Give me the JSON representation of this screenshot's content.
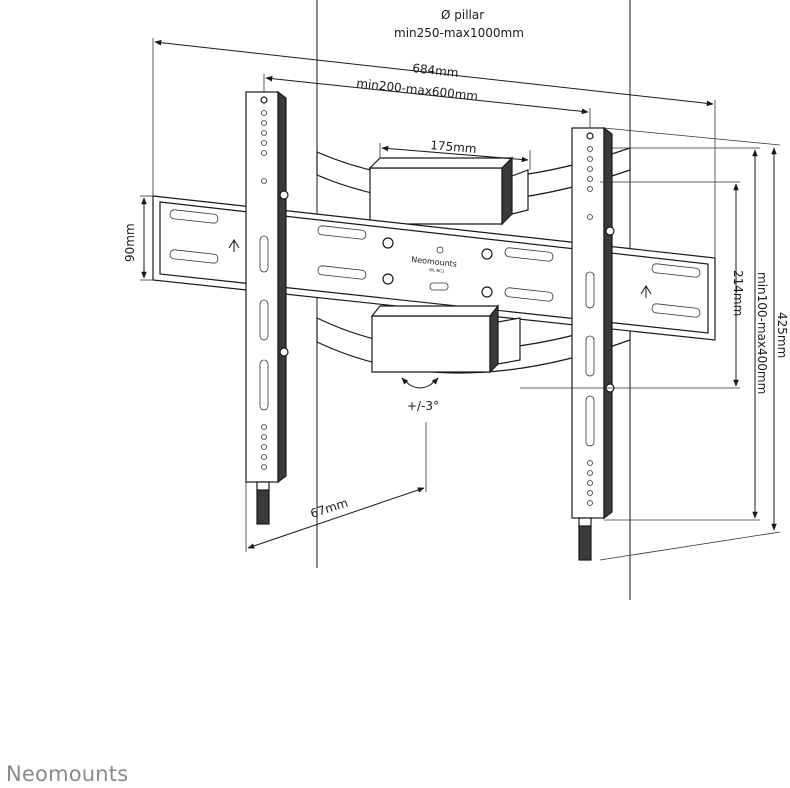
{
  "labels": {
    "pillar_symbol": "Ø pillar",
    "pillar_range": "min250-max1000mm",
    "width_overall": "684mm",
    "vesa_horizontal": "min200-max600mm",
    "clamp_width": "175mm",
    "rail_height": "90mm",
    "rail_spacing": "214mm",
    "vesa_vertical": "min100-max400mm",
    "height_overall": "425mm",
    "tilt": "+/-3°",
    "depth": "67mm",
    "plate_brand": "Neomounts",
    "plate_model": "WL-BC1"
  },
  "brand": {
    "footer": "Neomounts",
    "color": "#8a8a8a"
  }
}
